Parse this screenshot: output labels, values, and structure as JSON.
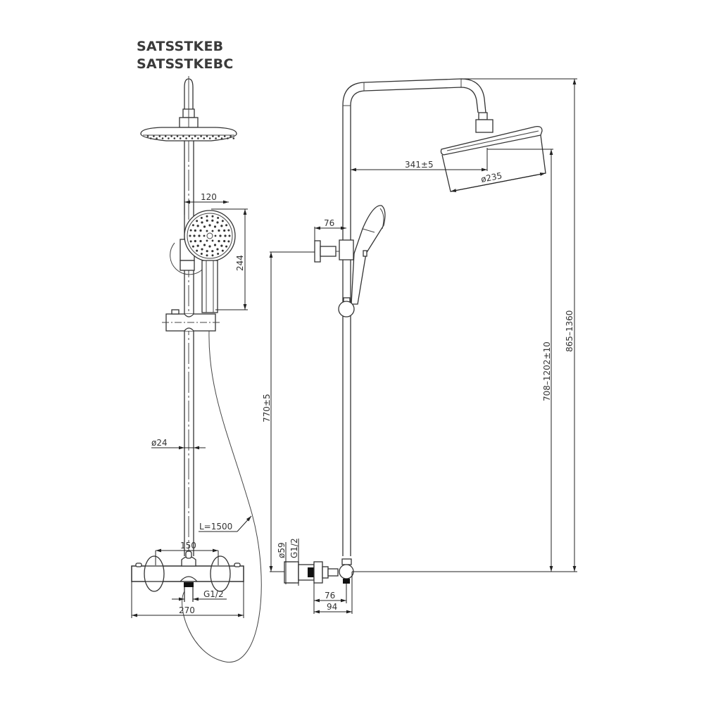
{
  "titles": [
    "SATSSTKEB",
    "SATSSTKEBC"
  ],
  "front_view": {
    "dimensions": {
      "hand_shower_width": "120",
      "hand_shower_height": "244",
      "rail_diameter": "ø24",
      "hose_length": "L=1500",
      "mixer_centres": "150",
      "mixer_inlet": "G1/2",
      "mixer_width": "270"
    }
  },
  "side_view": {
    "dimensions": {
      "head_projection": "341±5",
      "head_diameter": "ø235",
      "bracket_projection": "76",
      "bracket_height": "770±5",
      "head_height_range": "708–1202±10",
      "overall_height_range": "865–1360",
      "flange_diameter": "ø59",
      "inlet_thread": "G1/2",
      "inlet_projection": "76",
      "overall_projection": "94"
    }
  }
}
